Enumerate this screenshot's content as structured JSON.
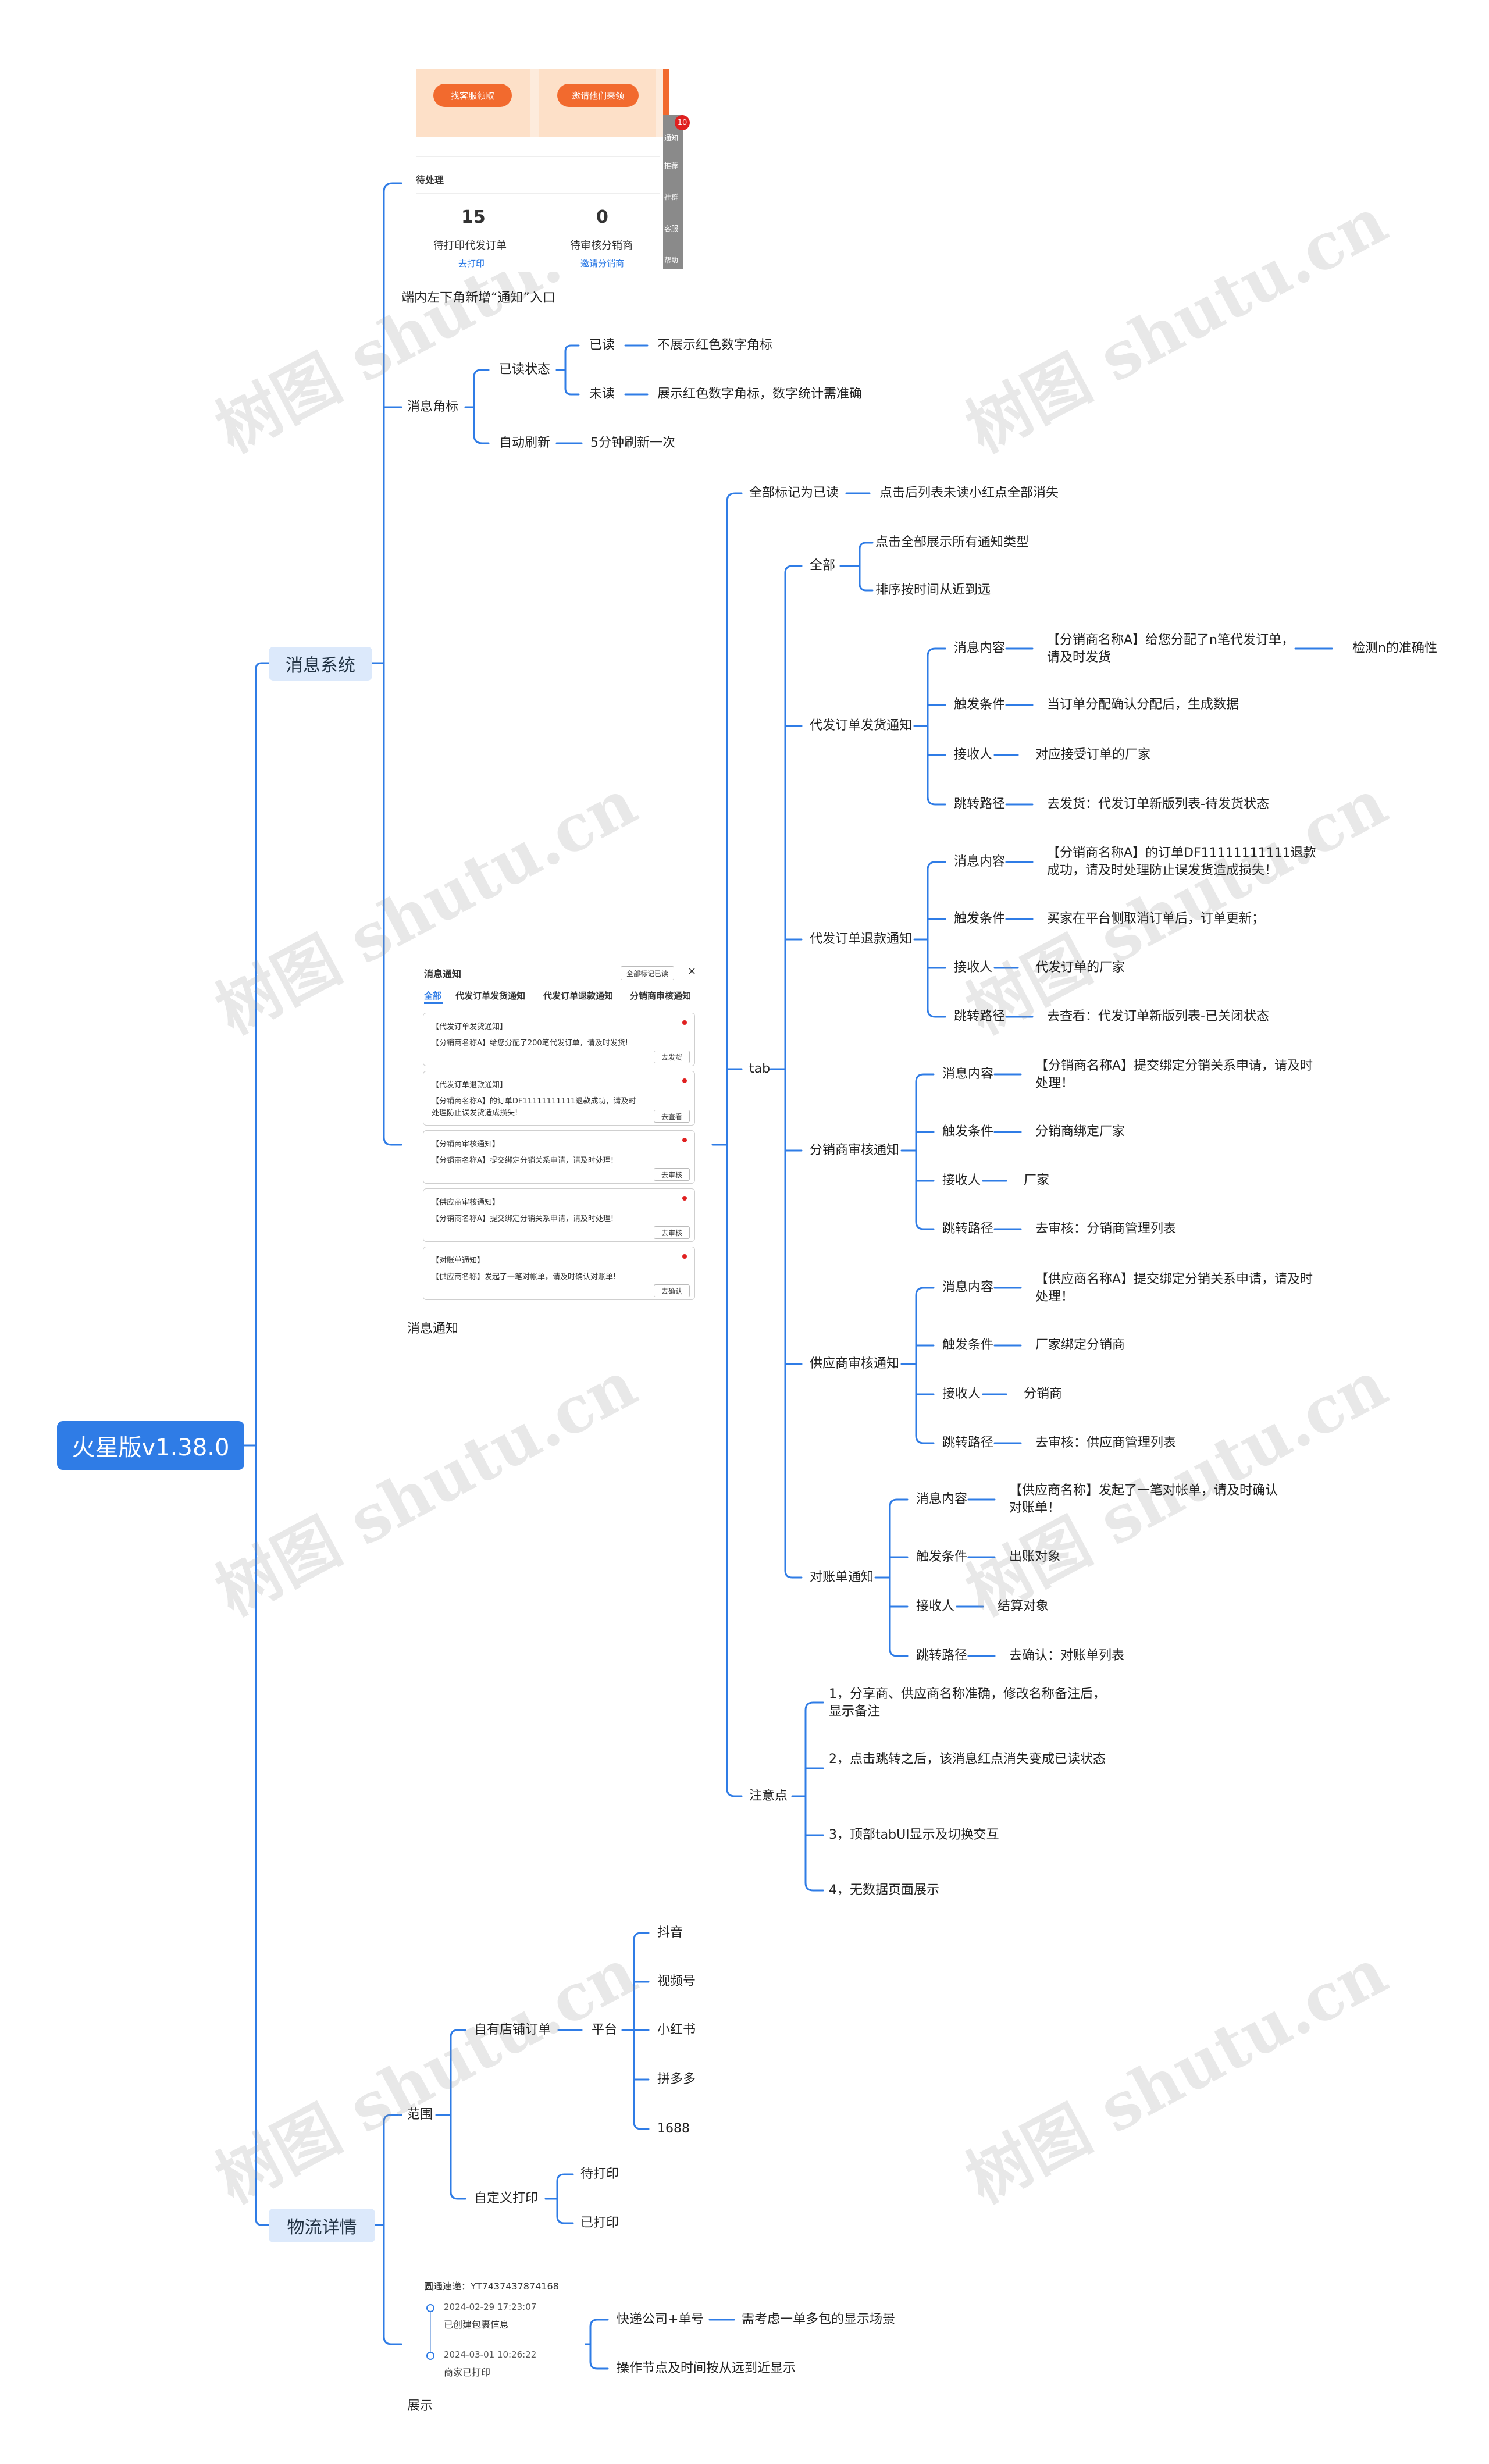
{
  "root": {
    "label": "火星版v1.38.0"
  },
  "branches": {
    "message_system": "消息系统",
    "logistics": "物流详情"
  },
  "msg": {
    "entry_caption": "端内左下角新增“通知”入口",
    "badge": {
      "label": "消息角标",
      "read_state": "已读状态",
      "read": "已读",
      "read_desc": "不展示红色数字角标",
      "unread": "未读",
      "unread_desc": "展示红色数字角标，数字统计需准确",
      "auto_refresh": "自动刷新",
      "auto_refresh_desc": "5分钟刷新一次"
    },
    "notice_caption": "消息通知",
    "mark_all": "全部标记为已读",
    "mark_all_desc": "点击后列表未读小红点全部消失",
    "tab": "tab",
    "all": {
      "label": "全部",
      "d1": "点击全部展示所有通知类型",
      "d2": "排序按时间从近到远"
    },
    "groups": [
      {
        "label": "代发订单发货通知",
        "content": "【分销商名称A】给您分配了n笔代发订单，请及时发货",
        "content_extra": "检测n的准确性",
        "trigger": "当订单分配确认分配后，生成数据",
        "receiver": "对应接受订单的厂家",
        "jump": "去发货：代发订单新版列表-待发货状态"
      },
      {
        "label": "代发订单退款通知",
        "content": "【分销商名称A】的订单DF11111111111退款成功，请及时处理防止误发货造成损失！",
        "trigger": "买家在平台侧取消订单后，订单更新；",
        "receiver": "代发订单的厂家",
        "jump": "去查看：代发订单新版列表-已关闭状态"
      },
      {
        "label": "分销商审核通知",
        "content": "【分销商名称A】提交绑定分销关系申请，请及时处理！",
        "trigger": "分销商绑定厂家",
        "receiver": "厂家",
        "jump": "去审核：分销商管理列表"
      },
      {
        "label": "供应商审核通知",
        "content": "【供应商名称A】提交绑定分销关系申请，请及时处理！",
        "trigger": "厂家绑定分销商",
        "receiver": "分销商",
        "jump": "去审核：供应商管理列表"
      },
      {
        "label": "对账单通知",
        "content": "【供应商名称】发起了一笔对帐单，请及时确认对账单！",
        "trigger": "出账对象",
        "receiver": "结算对象",
        "jump": "去确认：对账单列表"
      }
    ],
    "keys": {
      "content": "消息内容",
      "trigger": "触发条件",
      "receiver": "接收人",
      "jump": "跳转路径"
    },
    "notes": {
      "label": "注意点",
      "items": [
        "1，分享商、供应商名称准确，修改名称备注后，显示备注",
        "2，点击跳转之后，该消息红点消失变成已读状态",
        "3，顶部tabUI显示及切换交互",
        "4，无数据页面展示"
      ]
    }
  },
  "logi": {
    "range": "范围",
    "own_store": "自有店铺订单",
    "platform": "平台",
    "platforms": [
      "抖音",
      "视频号",
      "小红书",
      "拼多多",
      "1688"
    ],
    "custom_print": "自定义打印",
    "custom_items": [
      "待打印",
      "已打印"
    ],
    "display_caption": "展示",
    "express": "快递公司+单号",
    "express_desc": "需考虑一单多包的显示场景",
    "order_sort": "操作节点及时间按从远到近显示"
  },
  "entry_shot": {
    "btn1": "找客服领取",
    "btn2": "邀请他们来领",
    "header": "待处理",
    "stat1_num": "15",
    "stat1_label": "待打印代发订单",
    "stat1_link": "去打印",
    "stat2_num": "0",
    "stat2_label": "待审核分销商",
    "stat2_link": "邀请分销商",
    "badge_num": "10",
    "sidebar": [
      "通知",
      "推荐",
      "社群",
      "客服",
      "帮助"
    ]
  },
  "notice_shot": {
    "title": "消息通知",
    "mark_btn": "全部标记已读",
    "close": "×",
    "tabs": [
      "全部",
      "代发订单发货通知",
      "代发订单退款通知",
      "分销商审核通知"
    ],
    "cards": [
      {
        "title": "【代发订单发货通知】",
        "body": "【分销商名称A】给您分配了200笔代发订单，请及时发货!",
        "body2": "",
        "btn": "去发货"
      },
      {
        "title": "【代发订单退款通知】",
        "body": "【分销商名称A】的订单DF11111111111退款成功，请及时",
        "body2": "处理防止误发货造成损失!",
        "btn": "去查看"
      },
      {
        "title": "【分销商审核通知】",
        "body": "【分销商名称A】提交绑定分销关系申请，请及时处理!",
        "body2": "",
        "btn": "去审核"
      },
      {
        "title": "【供应商审核通知】",
        "body": "【分销商名称A】提交绑定分销关系申请，请及时处理!",
        "body2": "",
        "btn": "去审核"
      },
      {
        "title": "【对账单通知】",
        "body": "【供应商名称】发起了一笔对帐单，请及时确认对账单!",
        "body2": "",
        "btn": "去确认"
      }
    ]
  },
  "track_shot": {
    "header": "圆通速递：YT7437437874168",
    "events": [
      {
        "time": "2024-02-29 17:23:07",
        "text": "已创建包裹信息"
      },
      {
        "time": "2024-03-01 10:26:22",
        "text": "商家已打印"
      }
    ]
  },
  "watermark": "树图 shutu.cn",
  "colors": {
    "line": "#2f7ce6",
    "root": "#2f7ce6",
    "branch_fill": "#dce9fb",
    "badge": "#e02020"
  }
}
